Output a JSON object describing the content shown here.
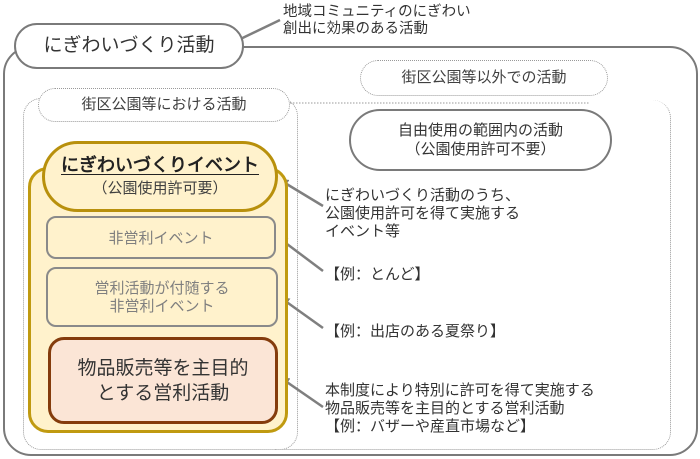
{
  "diagram": {
    "main_title": "にぎわいづくり活動",
    "top_note": {
      "lines": [
        "地域コミュニティのにぎわい",
        "創出に効果のある活動"
      ]
    },
    "areas": {
      "street_park": "街区公園等における活動",
      "other": "街区公園等以外での活動"
    },
    "free_use": {
      "line1": "自由使用の範囲内の活動",
      "line2": "（公園使用許可不要）"
    },
    "event": {
      "title": "にぎわいづくりイベント",
      "sub": "（公園使用許可要）"
    },
    "boxes": {
      "nonprofit": "非営利イベント",
      "nonprofit_with_profit": [
        "営利活動が付随する",
        "非営利イベント"
      ],
      "sales": [
        "物品販売等を主目的",
        "とする営利活動"
      ]
    },
    "notes": {
      "event": [
        "にぎわいづくり活動のうち、",
        "公園使用許可を得て実施する",
        "イベント等"
      ],
      "example1": "【例：とんど】",
      "example2": "【例：出店のある夏祭り】",
      "sales": [
        "本制度により特別に許可を得て実施する",
        "物品販売等を主目的とする営利活動",
        "【例：バザーや産直市場など】"
      ]
    },
    "colors": {
      "outline_gray": "#7a7a7a",
      "event_fill": "#fff2cc",
      "event_border": "#c09a10",
      "sales_fill": "#fbe5d6",
      "sales_border": "#843c0c",
      "arrow": "#7f7f7f"
    }
  }
}
